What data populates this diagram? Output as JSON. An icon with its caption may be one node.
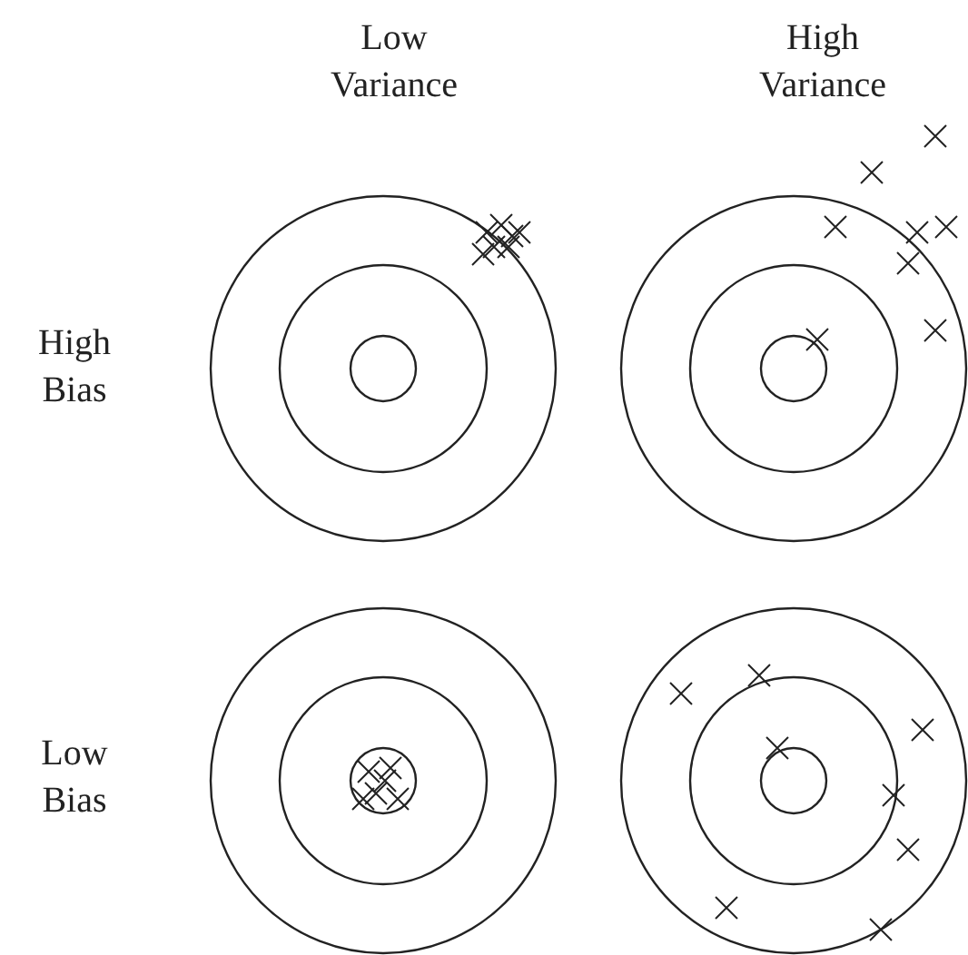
{
  "diagram": {
    "labels": [
      "Low Variance",
      "High Variance",
      "High Bias",
      "Low Bias"
    ]
  }
}
